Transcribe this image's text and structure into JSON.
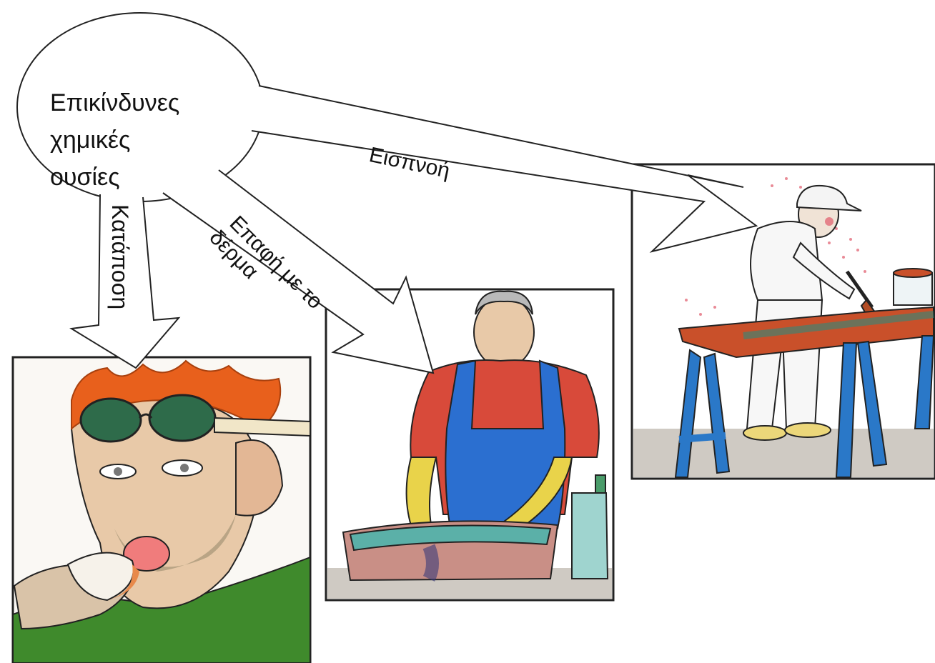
{
  "diagram": {
    "source": {
      "lines": [
        "Επικίνδυνες",
        "χημικές",
        "ουσίες"
      ]
    },
    "routes": [
      {
        "id": "inhalation",
        "label": "Εισπνοή"
      },
      {
        "id": "skin",
        "label_line1": "Επαφή με το",
        "label_line2": "δέρμα"
      },
      {
        "id": "ingestion",
        "label": "Κατάποση"
      }
    ],
    "scenes": {
      "painter": "painter with brush at table",
      "washer": "worker washing hands in basin",
      "eater": "worker eating with dirty hand"
    }
  },
  "colors": {
    "outline": "#222222",
    "orange_hair": "#e8601c",
    "table_top": "#c9502a",
    "table_legs": "#2a78c8",
    "overalls": "#2b6fd0",
    "shirt_red": "#d84a3a",
    "skin": "#e8c9a8",
    "floor": "#cfcac3",
    "green_shirt": "#3f8a2c",
    "basin": "#c98f86",
    "liquid": "#5bb0a8",
    "mist": "#e05a6a"
  }
}
